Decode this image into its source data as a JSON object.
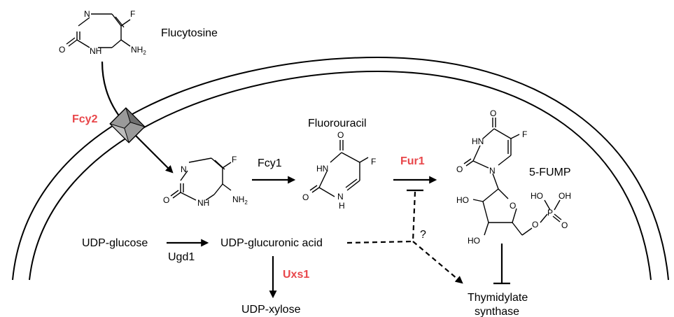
{
  "labels": {
    "flucytosine": "Flucytosine",
    "fcy2": "Fcy2",
    "fcy1": "Fcy1",
    "fluorouracil": "Fluorouracil",
    "fur1": "Fur1",
    "fump": "5-FUMP",
    "udp_glucose": "UDP-glucose",
    "ugd1": "Ugd1",
    "udp_glucuronic_acid": "UDP-glucuronic acid",
    "uxs1": "Uxs1",
    "udp_xylose": "UDP-xylose",
    "question": "?",
    "thymidylate": "Thymidylate",
    "synthase": "synthase"
  },
  "atoms": {
    "N": "N",
    "NH": "NH",
    "HN": "HN",
    "H": "H",
    "O": "O",
    "F": "F",
    "NH2": "NH",
    "NH2_sub": "2",
    "HO": "HO",
    "OH": "OH",
    "P": "P"
  },
  "colors": {
    "enzyme_highlight": "#e8464a",
    "transporter_fill": "#9a9a9a"
  }
}
